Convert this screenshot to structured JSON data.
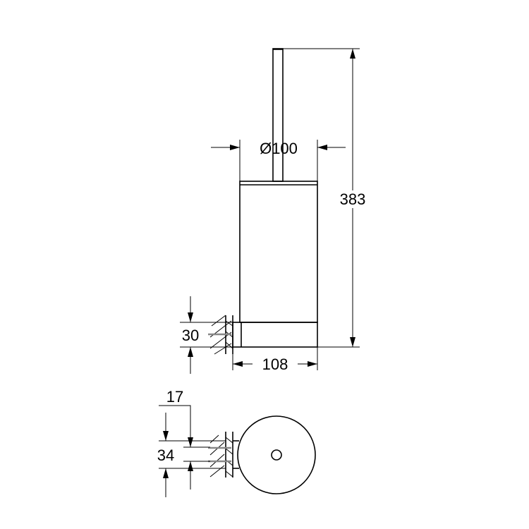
{
  "drawing": {
    "dimensions": {
      "diameter": "Ø100",
      "height": "383",
      "base_height": "30",
      "depth": "108",
      "wall_offset": "17",
      "bracket_spacing": "34"
    }
  }
}
